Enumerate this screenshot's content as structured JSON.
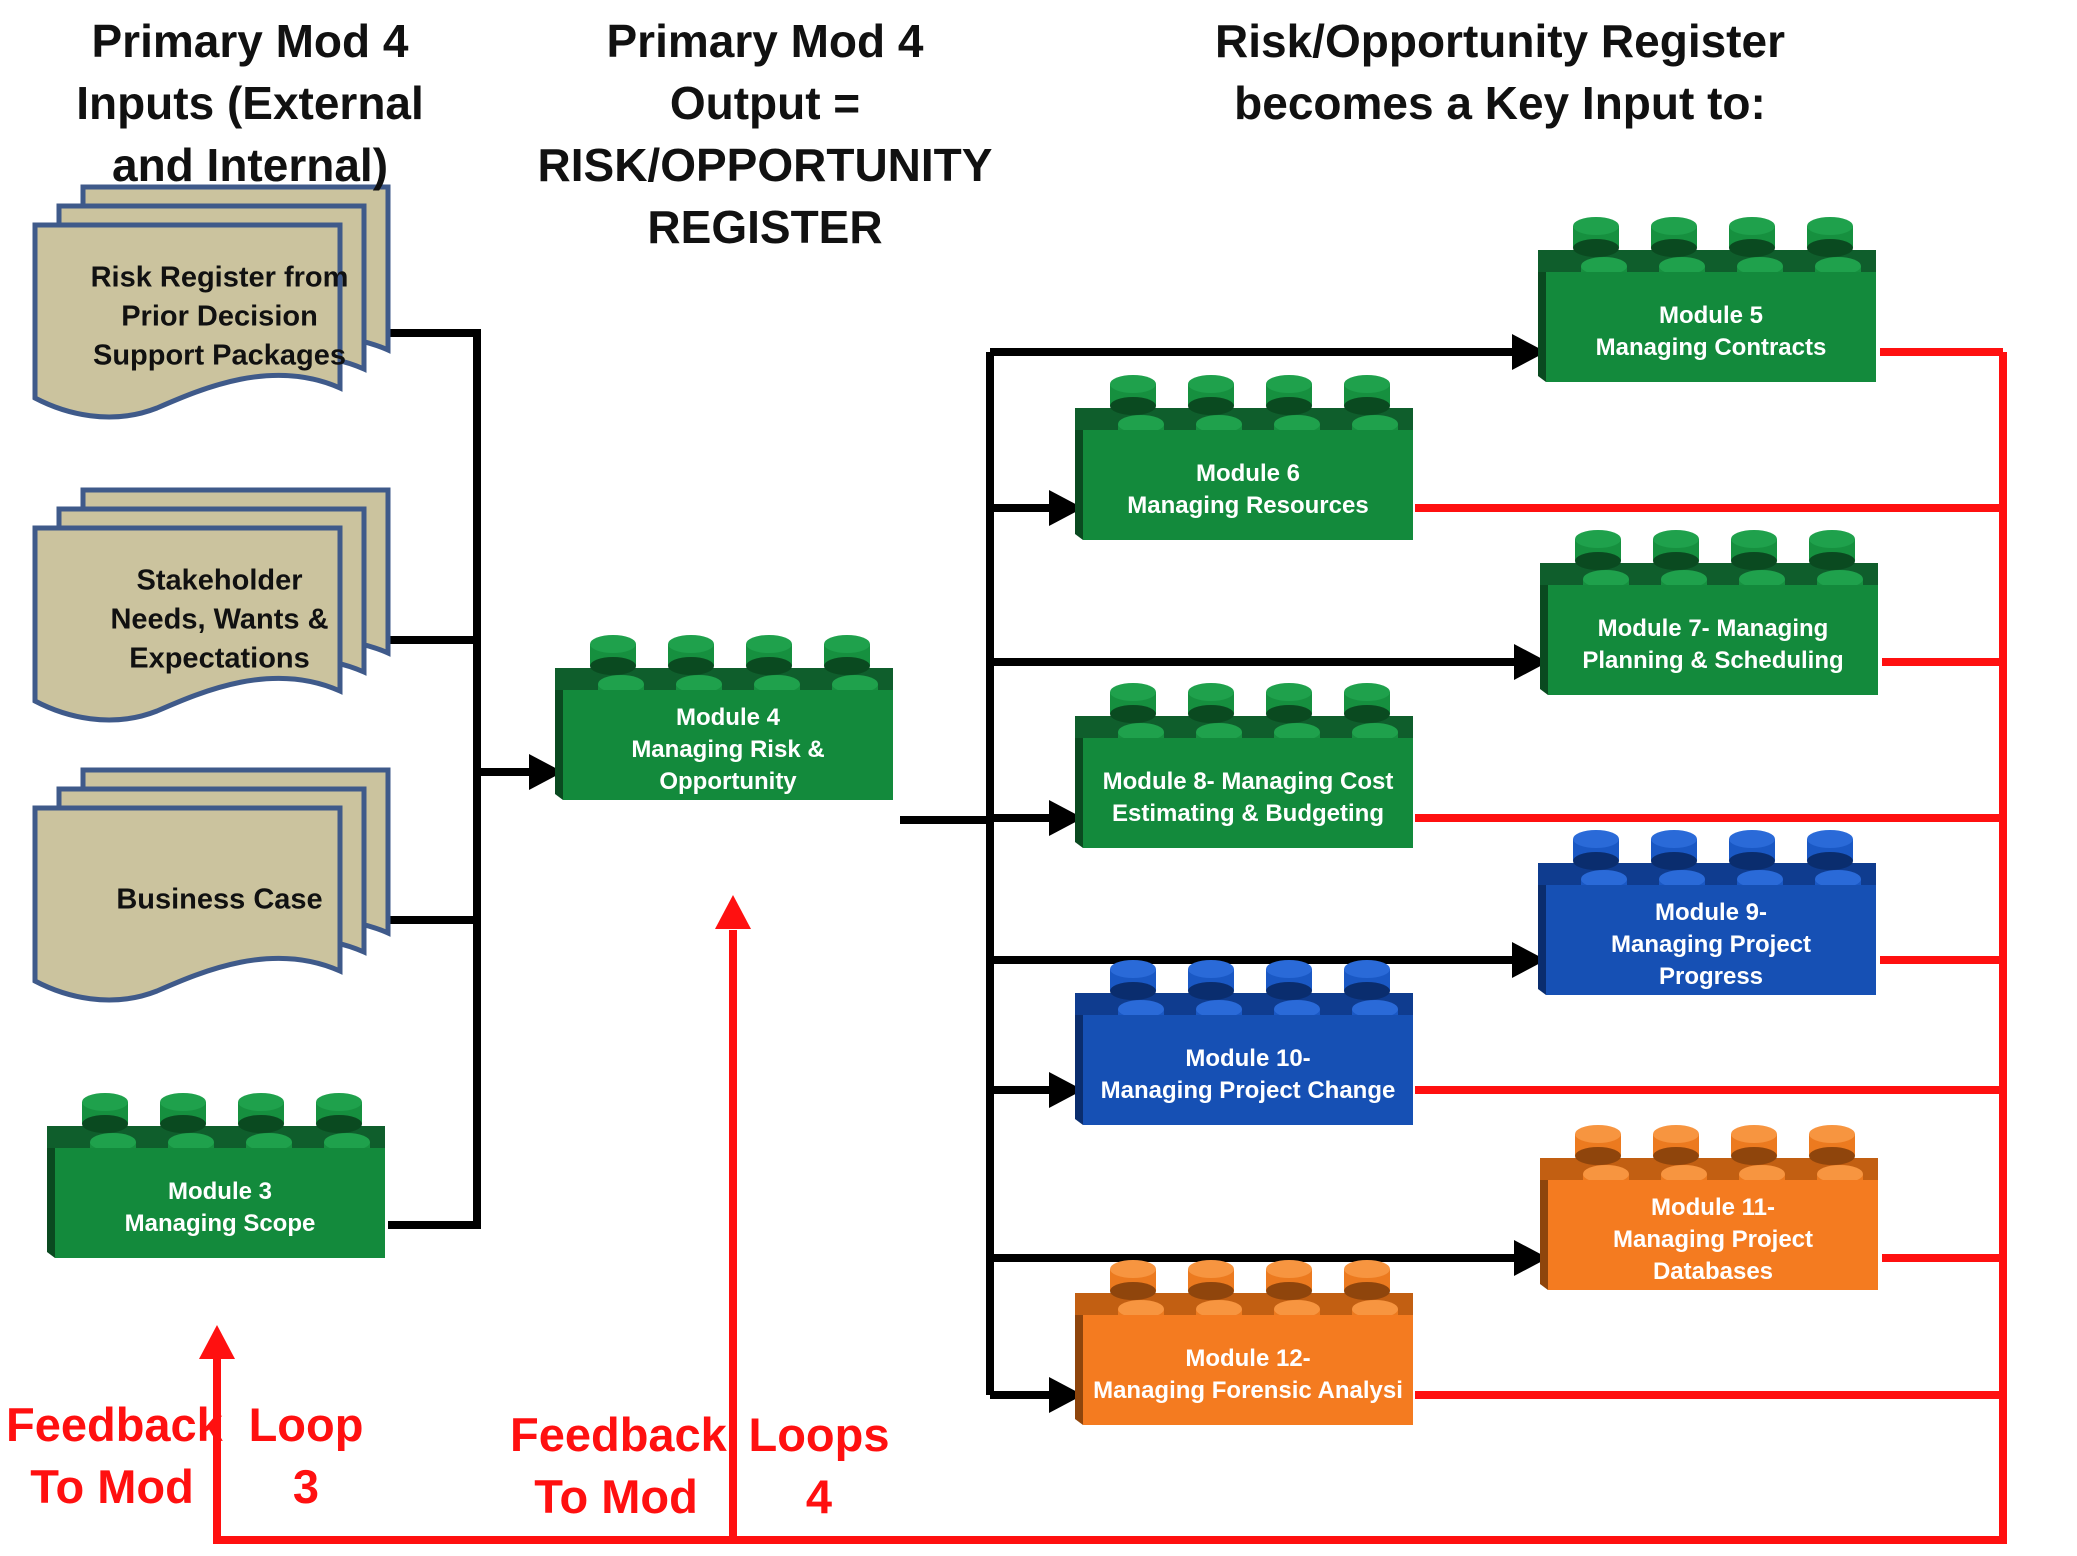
{
  "headings": {
    "inputs": [
      "Primary Mod 4",
      "Inputs (External",
      "and Internal)"
    ],
    "output": [
      "Primary Mod 4",
      "Output =",
      "RISK/OPPORTUNITY",
      "REGISTER"
    ],
    "key_input": [
      "Risk/Opportunity Register",
      "becomes a Key Input to:"
    ]
  },
  "documents": [
    {
      "id": "risk-register",
      "lines": [
        "Risk Register from",
        "Prior Decision",
        "Support Packages"
      ]
    },
    {
      "id": "stakeholder",
      "lines": [
        "Stakeholder",
        "Needs, Wants &",
        "Expectations"
      ]
    },
    {
      "id": "business-case",
      "lines": [
        "Business Case"
      ]
    }
  ],
  "modules": [
    {
      "id": "mod3",
      "color": "green",
      "lines": [
        "Module 3",
        "Managing Scope"
      ]
    },
    {
      "id": "mod4",
      "color": "green",
      "lines": [
        "Module 4",
        "Managing Risk &",
        "Opportunity"
      ]
    },
    {
      "id": "mod5",
      "color": "green",
      "lines": [
        "Module 5",
        "Managing Contracts"
      ]
    },
    {
      "id": "mod6",
      "color": "green",
      "lines": [
        "Module 6",
        "Managing Resources"
      ]
    },
    {
      "id": "mod7",
      "color": "green",
      "lines": [
        "Module 7- Managing",
        "Planning & Scheduling"
      ]
    },
    {
      "id": "mod8",
      "color": "green",
      "lines": [
        "Module 8- Managing Cost",
        "Estimating & Budgeting"
      ]
    },
    {
      "id": "mod9",
      "color": "blue",
      "lines": [
        "Module 9-",
        "Managing Project",
        "Progress"
      ]
    },
    {
      "id": "mod10",
      "color": "blue",
      "lines": [
        "Module 10-",
        "Managing Project Change"
      ]
    },
    {
      "id": "mod11",
      "color": "orange",
      "lines": [
        "Module 11-",
        "Managing Project",
        "Databases"
      ]
    },
    {
      "id": "mod12",
      "color": "orange",
      "lines": [
        "Module 12-",
        "Managing Forensic Analysi"
      ]
    }
  ],
  "feedback": {
    "mod3": {
      "left": [
        "Feedback",
        "To Mod"
      ],
      "right": [
        "Loop",
        "3"
      ]
    },
    "mod4": {
      "left": [
        "Feedback",
        "To Mod"
      ],
      "right": [
        "Loops",
        "4"
      ]
    }
  },
  "palette": {
    "green": {
      "face": "#138a3c",
      "top": "#0f5e2c",
      "side": "#0a4a20",
      "stud": "#16903f",
      "studTop": "#1fa14c"
    },
    "blue": {
      "face": "#1650b4",
      "top": "#0f3c8f",
      "side": "#0a2d6e",
      "stud": "#1a58c4",
      "studTop": "#2a6ad8"
    },
    "orange": {
      "face": "#f47b20",
      "top": "#c25f12",
      "side": "#8f450c",
      "stud": "#ec7a1f",
      "studTop": "#f79540"
    },
    "doc_fill": "#cbc39e",
    "doc_stroke": "#3f5a8a",
    "feedback_red": "#ff1010",
    "arrow_black": "#000000"
  }
}
